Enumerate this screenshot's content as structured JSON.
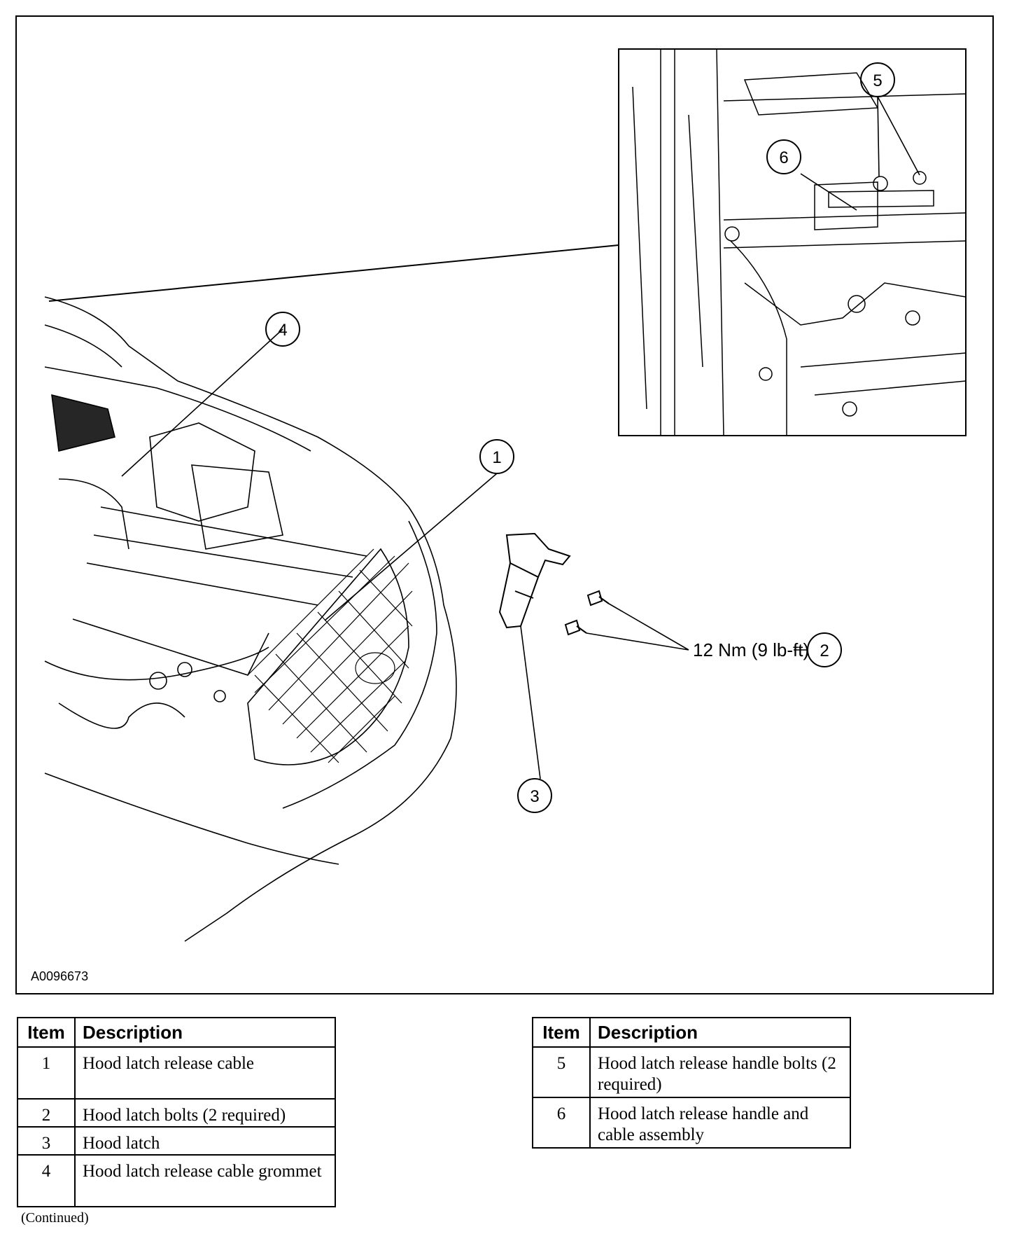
{
  "figure": {
    "id_label": "A0096673",
    "torque_spec": "12 Nm (9 lb-ft)",
    "callouts": [
      "1",
      "2",
      "3",
      "4",
      "5",
      "6"
    ]
  },
  "legend_left": {
    "headers": {
      "item": "Item",
      "description": "Description"
    },
    "rows": [
      {
        "item": "1",
        "description": "Hood latch release cable"
      },
      {
        "item": "2",
        "description": "Hood latch bolts (2 required)"
      },
      {
        "item": "3",
        "description": "Hood latch"
      },
      {
        "item": "4",
        "description": "Hood latch release cable grommet"
      }
    ]
  },
  "legend_right": {
    "headers": {
      "item": "Item",
      "description": "Description"
    },
    "rows": [
      {
        "item": "5",
        "description": "Hood latch release handle bolts (2 required)"
      },
      {
        "item": "6",
        "description": "Hood latch release handle and cable assembly"
      }
    ]
  },
  "footer": {
    "continued": "(Continued)"
  }
}
